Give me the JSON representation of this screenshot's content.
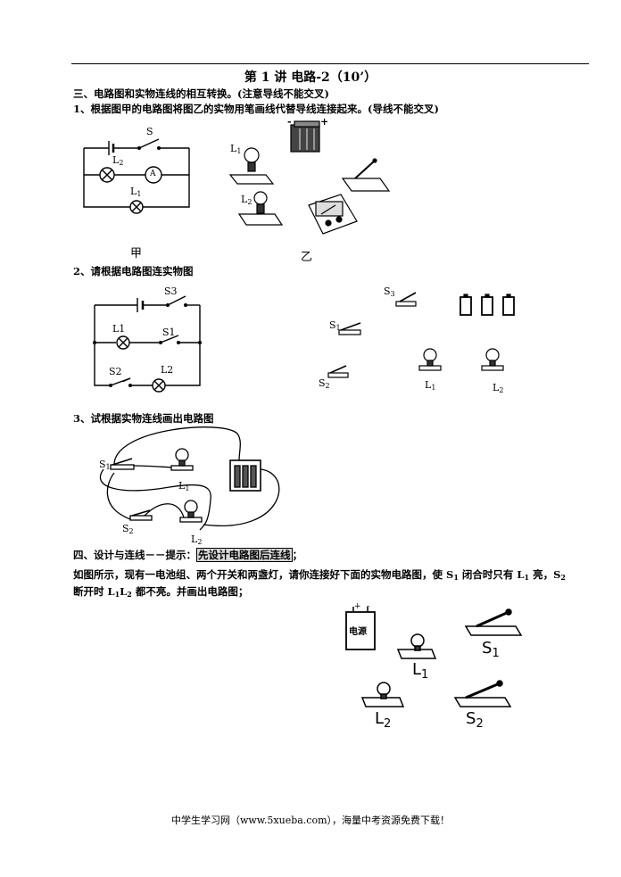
{
  "header": {
    "title": "第 1 讲    电路-2（10’）"
  },
  "section3": {
    "heading": "三、电路图和实物连线的相互转换。(注意导线不能交叉)",
    "q1": {
      "text": "1、根据图甲的电路图将图乙的实物用笔画线代替导线连接起来。(导线不能交叉)",
      "fig_a_label": "甲",
      "fig_b_label": "乙",
      "labels": {
        "s": "S",
        "l2": "L",
        "l2_sub": "2",
        "ammeter": "A",
        "l1": "L",
        "l1_sub": "1",
        "bat_minus": "-",
        "bat_plus": "+",
        "sl1": "L",
        "sl1_sub": "1",
        "sl2": "L",
        "sl2_sub": "2"
      }
    },
    "q2": {
      "text": "2、请根据电路图连实物图",
      "labels": {
        "s3": "S3",
        "l1": "L1",
        "s1": "S1",
        "s2": "S2",
        "l2": "L2"
      },
      "objects": {
        "s3": "S",
        "s3_sub": "3",
        "s1": "S",
        "s1_sub": "1",
        "s2": "S",
        "s2_sub": "2",
        "l1": "L",
        "l1_sub": "1",
        "l2": "L",
        "l2_sub": "2"
      }
    },
    "q3": {
      "text": "3、试根据实物连线画出电路图",
      "labels": {
        "s1": "S",
        "s1_sub": "1",
        "l1": "L",
        "l1_sub": "1",
        "s2": "S",
        "s2_sub": "2",
        "l2": "L",
        "l2_sub": "2"
      }
    }
  },
  "section4": {
    "heading_prefix": "四、设计与连线－－提示：",
    "heading_hint": "先设计电路图后连线",
    "heading_suffix": "；",
    "line1_a": "如图所示，现有一电池组、两个开关和两盏灯，请你连接好下面的实物电路图，使 S",
    "line1_a_sub": "1",
    "line1_b": " 闭合时只有 L",
    "line1_b_sub": "1",
    "line1_c": " 亮，S",
    "line1_c_sub": "2",
    "line2_a": "断开时 L",
    "line2_a_sub": "1",
    "line2_b": "L",
    "line2_b_sub": "2",
    "line2_c": " 都不亮。并画出电路图；",
    "labels": {
      "battery": "电源",
      "bat_plus": "+",
      "bat_minus": "-",
      "l1": "L",
      "l1_sub": "1",
      "s1": "S",
      "s1_sub": "1",
      "l2": "L",
      "l2_sub": "2",
      "s2": "S",
      "s2_sub": "2"
    }
  },
  "footer": {
    "text": "中学生学习网（www.5xueba.com），海量中考资源免费下载！"
  }
}
